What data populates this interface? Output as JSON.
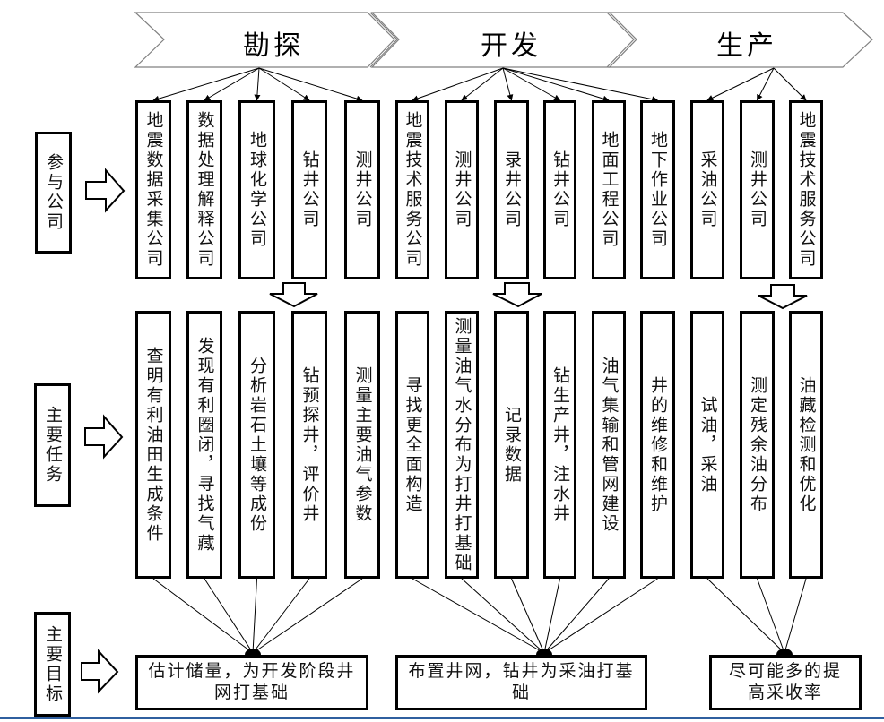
{
  "phases": [
    {
      "label": "勘探"
    },
    {
      "label": "开发"
    },
    {
      "label": "生产"
    }
  ],
  "row_labels": {
    "companies": "参与公司",
    "tasks": "主要任务",
    "goals": "主要目标"
  },
  "companies": [
    {
      "phase": 0,
      "text": "地震数据采集公司"
    },
    {
      "phase": 0,
      "text": "数据处理解释公司"
    },
    {
      "phase": 0,
      "text": "地球化学公司"
    },
    {
      "phase": 0,
      "text": "钻井公司"
    },
    {
      "phase": 0,
      "text": "测井公司"
    },
    {
      "phase": 1,
      "text": "地震技术服务公司"
    },
    {
      "phase": 1,
      "text": "测井公司"
    },
    {
      "phase": 1,
      "text": "录井公司"
    },
    {
      "phase": 1,
      "text": "钻井公司"
    },
    {
      "phase": 1,
      "text": "地面工程公司"
    },
    {
      "phase": 1,
      "text": "地下作业公司"
    },
    {
      "phase": 2,
      "text": "采油公司"
    },
    {
      "phase": 2,
      "text": "测井公司"
    },
    {
      "phase": 2,
      "text": "地震技术服务公司"
    }
  ],
  "tasks": [
    {
      "phase": 0,
      "text": "查明有利油田生成条件"
    },
    {
      "phase": 0,
      "text": "发现有利圈闭，寻找气藏"
    },
    {
      "phase": 0,
      "text": "分析岩石土壤等成份"
    },
    {
      "phase": 0,
      "text": "钻预探井，评价井"
    },
    {
      "phase": 0,
      "text": "测量主要油气参数"
    },
    {
      "phase": 1,
      "text": "寻找更全面构造"
    },
    {
      "phase": 1,
      "text": "测量油气水分布为打井打基础"
    },
    {
      "phase": 1,
      "text": "记录数据"
    },
    {
      "phase": 1,
      "text": "钻生产井，注水井"
    },
    {
      "phase": 1,
      "text": "油气集输和管网建设"
    },
    {
      "phase": 1,
      "text": "井的维修和维护"
    },
    {
      "phase": 2,
      "text": "试油，采油"
    },
    {
      "phase": 2,
      "text": "测定残余油分布"
    },
    {
      "phase": 2,
      "text": "油藏检测和优化"
    }
  ],
  "goals": [
    {
      "phase": 0,
      "text": "估计储量，为开发阶段井网打基础"
    },
    {
      "phase": 1,
      "text": "布置井网，钻井为采油打基础"
    },
    {
      "phase": 2,
      "text": "尽可能多的提高采收率"
    }
  ],
  "colors": {
    "stroke": "#000000",
    "chevron_stroke": "#808080",
    "bottom_rule": "#2f5f9f"
  }
}
